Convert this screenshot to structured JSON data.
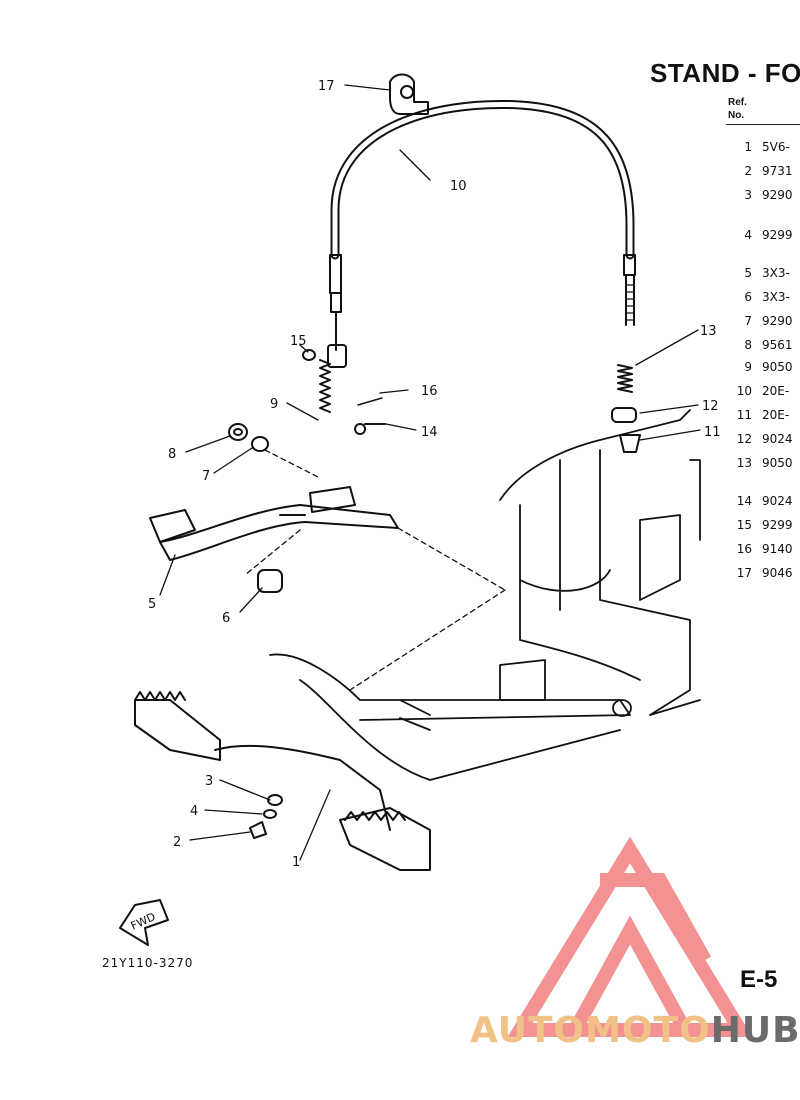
{
  "title": "STAND - FOO",
  "table_header": {
    "ref": "Ref.",
    "no": "No."
  },
  "parts": [
    {
      "ref": "1",
      "code": "5V6-"
    },
    {
      "ref": "2",
      "code": "9731"
    },
    {
      "ref": "3",
      "code": "9290"
    },
    {
      "ref": "4",
      "code": "9299"
    },
    {
      "ref": "5",
      "code": "3X3-"
    },
    {
      "ref": "6",
      "code": "3X3-"
    },
    {
      "ref": "7",
      "code": "9290"
    },
    {
      "ref": "8",
      "code": "9561"
    },
    {
      "ref": "9",
      "code": "9050"
    },
    {
      "ref": "10",
      "code": "20E-"
    },
    {
      "ref": "11",
      "code": "20E-"
    },
    {
      "ref": "12",
      "code": "9024"
    },
    {
      "ref": "13",
      "code": "9050"
    },
    {
      "ref": "14",
      "code": "9024"
    },
    {
      "ref": "15",
      "code": "9299"
    },
    {
      "ref": "16",
      "code": "9140"
    },
    {
      "ref": "17",
      "code": "9046"
    }
  ],
  "callouts": [
    "17",
    "10",
    "15",
    "16",
    "9",
    "14",
    "8",
    "7",
    "13",
    "12",
    "11",
    "5",
    "6",
    "3",
    "4",
    "2",
    "1"
  ],
  "fwd_label": "FWD",
  "caption": "21Y110-3270",
  "page_code": "E-5",
  "watermark": {
    "part1": "AUTOMOTO",
    "part2": "HUB",
    "colors": {
      "light": "#f2c188",
      "logo": "#f08080",
      "dark": "#6b6b6b"
    }
  }
}
